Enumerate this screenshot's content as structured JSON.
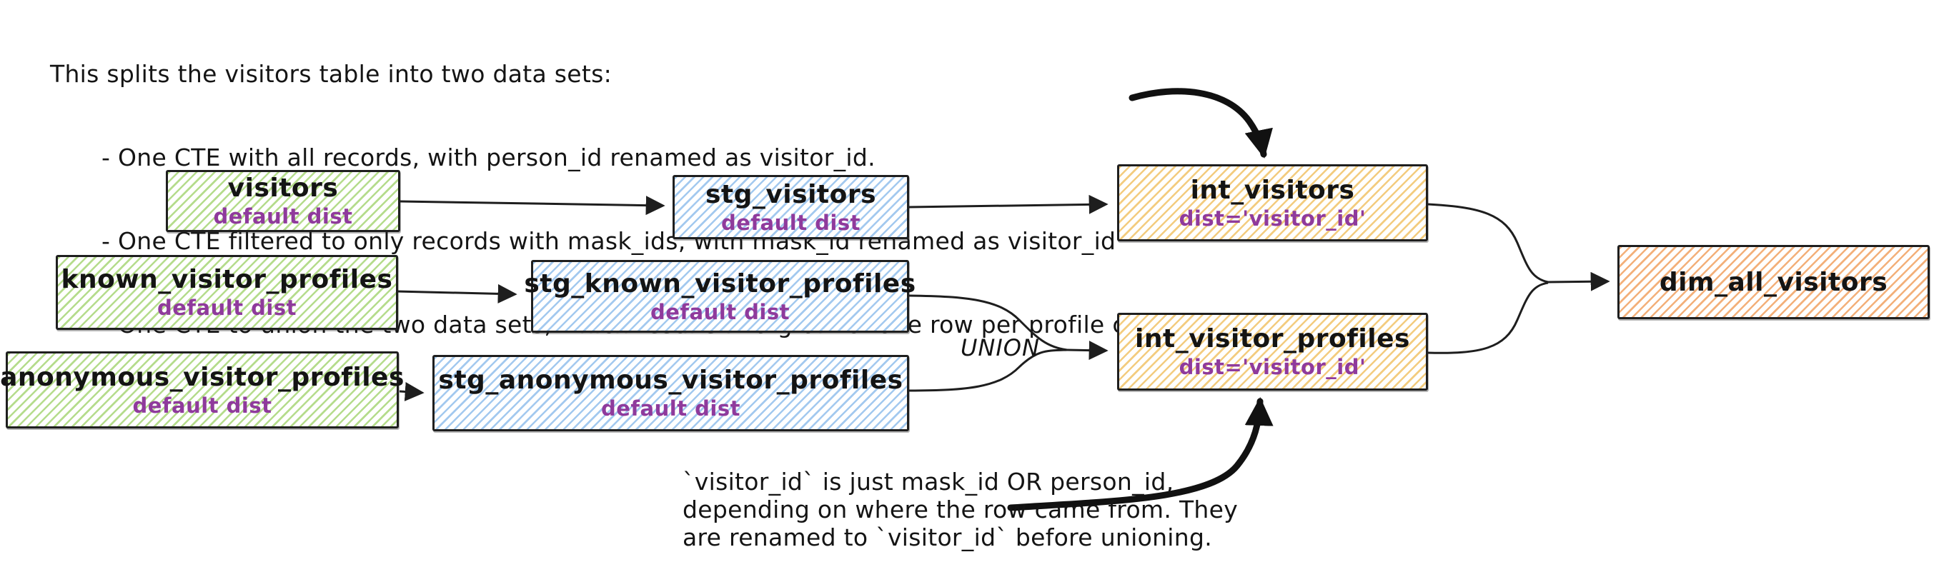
{
  "annotations": {
    "top": {
      "intro": "This splits the visitors table into two data sets:",
      "bullets": [
        "- One CTE with all records, with person_id renamed as visitor_id.",
        "- One CTE filtered to only records with mask_ids, with mask_id renamed as visitor_id",
        "- One CTE to union the two data sets, which results in a grain of one row per profile collected."
      ]
    },
    "bottom": {
      "lines": [
        "`visitor_id` is just mask_id OR person_id,",
        "depending on where the row came from. They",
        "are renamed to `visitor_id` before unioning."
      ]
    },
    "union_label": "UNION"
  },
  "nodes": [
    {
      "id": "visitors",
      "label": "visitors",
      "sublabel": "default dist",
      "fill": "green"
    },
    {
      "id": "stg_visitors",
      "label": "stg_visitors",
      "sublabel": "default dist",
      "fill": "blue"
    },
    {
      "id": "int_visitors",
      "label": "int_visitors",
      "sublabel": "dist='visitor_id'",
      "fill": "yellow"
    },
    {
      "id": "known_visitor_profiles",
      "label": "known_visitor_profiles",
      "sublabel": "default dist",
      "fill": "green"
    },
    {
      "id": "stg_known_visitor_profiles",
      "label": "stg_known_visitor_profiles",
      "sublabel": "default dist",
      "fill": "blue"
    },
    {
      "id": "anonymous_visitor_profiles",
      "label": "anonymous_visitor_profiles",
      "sublabel": "default dist",
      "fill": "green"
    },
    {
      "id": "stg_anonymous_visitor_profiles",
      "label": "stg_anonymous_visitor_profiles",
      "sublabel": "default dist",
      "fill": "blue"
    },
    {
      "id": "int_visitor_profiles",
      "label": "int_visitor_profiles",
      "sublabel": "dist='visitor_id'",
      "fill": "yellow"
    },
    {
      "id": "dim_all_visitors",
      "label": "dim_all_visitors",
      "sublabel": "",
      "fill": "orange"
    }
  ],
  "edges": [
    {
      "from": "visitors",
      "to": "stg_visitors"
    },
    {
      "from": "stg_visitors",
      "to": "int_visitors"
    },
    {
      "from": "known_visitor_profiles",
      "to": "stg_known_visitor_profiles"
    },
    {
      "from": "anonymous_visitor_profiles",
      "to": "stg_anonymous_visitor_profiles"
    },
    {
      "from": "stg_known_visitor_profiles",
      "to": "int_visitor_profiles",
      "via": "UNION merge"
    },
    {
      "from": "stg_anonymous_visitor_profiles",
      "to": "int_visitor_profiles",
      "via": "UNION merge"
    },
    {
      "from": "int_visitors",
      "to": "dim_all_visitors",
      "via": "merge"
    },
    {
      "from": "int_visitor_profiles",
      "to": "dim_all_visitors",
      "via": "merge"
    },
    {
      "from": "top annotation",
      "to": "int_visitors",
      "style": "thick callout arrow"
    },
    {
      "from": "bottom annotation",
      "to": "int_visitor_profiles",
      "style": "thick callout arrow"
    }
  ],
  "colors": {
    "background": "#ffffff",
    "node_border": "#1f1f1f",
    "title_text": "#141414",
    "subtitle_text": "#8f3a9c",
    "green_fill": "#b5dc8c",
    "blue_fill": "#a3c9ef",
    "yellow_fill": "#f3cc7f",
    "orange_fill": "#f3b07a",
    "arrow": "#1e1e1e"
  }
}
